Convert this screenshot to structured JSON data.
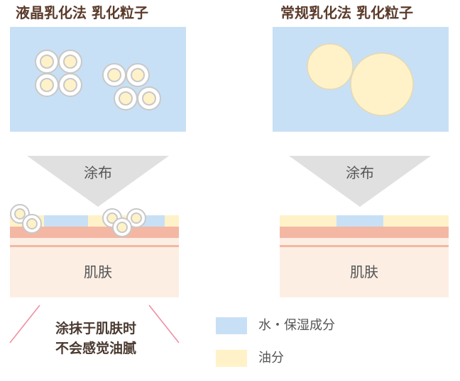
{
  "left": {
    "title": "液晶乳化法 乳化粒子",
    "arrow_label": "涂布",
    "skin_label": "肌肤",
    "message_line1": "涂抹于肌肤时",
    "message_line2": "不会感觉油腻"
  },
  "right": {
    "title": "常规乳化法 乳化粒子",
    "arrow_label": "涂布",
    "skin_label": "肌肤"
  },
  "legend": [
    {
      "label": "水・保湿成分",
      "color": "#c8e0f5"
    },
    {
      "label": "油分",
      "color": "#fff2c8"
    }
  ],
  "colors": {
    "water": "#c8e0f5",
    "oil": "#fff2c8",
    "skin_top": "#f4b7a3",
    "skin_body": "#fdeee4",
    "particle_ring": "#c8c8c8",
    "arrow": "#e0e0e0",
    "accent_line": "#f08ca0"
  }
}
